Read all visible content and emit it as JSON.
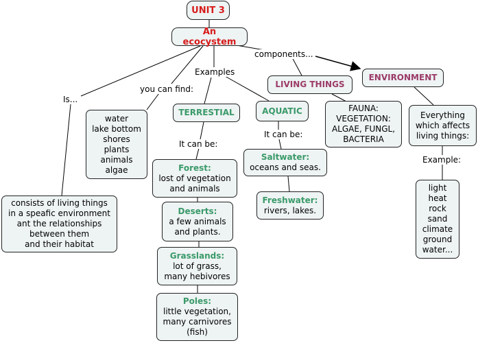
{
  "nodes": {
    "unit3": "UNIT 3",
    "ecosystem": "An ecocystem",
    "environment": "ENVIRONMENT",
    "living_things": "LIVING THINGS",
    "terrestial": "TERRESTIAL",
    "aquatic": "AQUATIC",
    "definition": [
      "consists of living things",
      "in a speafic environment",
      "ant the relationships",
      "between them",
      "and their habitat"
    ],
    "find_list": [
      "water",
      "lake bottom",
      "shores",
      "plants",
      "animals",
      "algae"
    ],
    "living_desc": [
      "FAUNA:",
      "VEGETATION:",
      "ALGAE, FUNGL,",
      "BACTERIA"
    ],
    "env_desc": [
      "Everything",
      "which affects",
      "living things:"
    ],
    "env_examples": [
      "light",
      "heat",
      "rock",
      "sand",
      "climate",
      "ground",
      "water..."
    ],
    "forest": {
      "title": "Forest:",
      "lines": [
        "lost of vegetation",
        "and animals"
      ]
    },
    "deserts": {
      "title": "Deserts:",
      "lines": [
        "a few animals",
        "and plants."
      ]
    },
    "grasslands": {
      "title": "Grasslands:",
      "lines": [
        "lot of grass,",
        "many hebivores"
      ]
    },
    "poles": {
      "title": "Poles:",
      "lines": [
        "little vegetation,",
        "many carnivores",
        "(fish)"
      ]
    },
    "saltwater": {
      "title": "Saltwater:",
      "lines": [
        "oceans and seas."
      ]
    },
    "freshwater": {
      "title": "Freshwater:",
      "lines": [
        "rivers, lakes."
      ]
    }
  },
  "labels": {
    "components": "components...",
    "examples": "Examples",
    "you_can_find": "you can find:",
    "is": "Is...",
    "it_can_be_1": "It can be:",
    "it_can_be_2": "It can be:",
    "example": "Example:"
  },
  "colors": {
    "node_fill": "#eef3f3",
    "red": "#d81b1b",
    "green": "#3a9a6a",
    "purple": "#9b3a68"
  }
}
